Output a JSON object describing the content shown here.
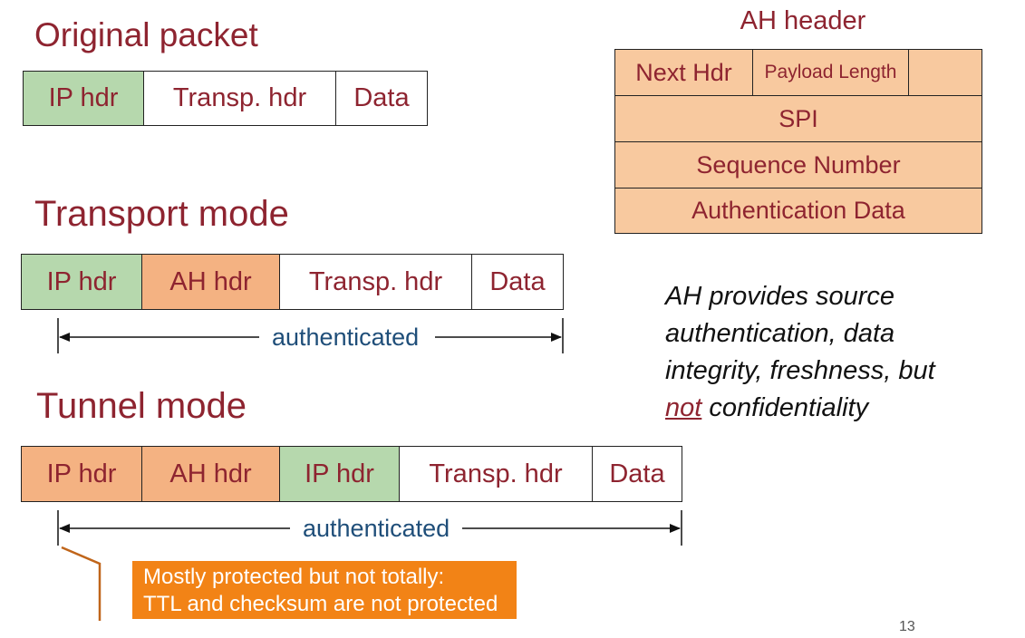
{
  "original_packet": {
    "title": "Original packet",
    "cells": [
      "IP hdr",
      "Transp. hdr",
      "Data"
    ]
  },
  "transport_mode": {
    "title": "Transport mode",
    "cells": [
      "IP hdr",
      "AH hdr",
      "Transp. hdr",
      "Data"
    ],
    "span_label": "authenticated"
  },
  "tunnel_mode": {
    "title": "Tunnel mode",
    "cells": [
      "IP hdr",
      "AH hdr",
      "IP hdr",
      "Transp. hdr",
      "Data"
    ],
    "span_label": "authenticated"
  },
  "ah_header": {
    "title": "AH header",
    "next_hdr": "Next Hdr",
    "payload_length": "Payload Length",
    "spi": "SPI",
    "sequence_number": "Sequence Number",
    "authentication_data": "Authentication Data"
  },
  "note": {
    "line1": "AH provides source",
    "line2": "authentication, data",
    "line3": "integrity, freshness, but",
    "not_word": "not",
    "line4_rest": " confidentiality"
  },
  "callout": {
    "line1": "Mostly protected but not totally:",
    "line2": "TTL and checksum are not protected"
  },
  "page_number": "13",
  "colors": {
    "title_red": "#8e2430",
    "ip_green": "#b6d8ad",
    "ah_orange": "#f4b282",
    "ah_table_fill": "#f8c99f",
    "callout_orange": "#f28316",
    "arrow_label_blue": "#1f4e79"
  }
}
